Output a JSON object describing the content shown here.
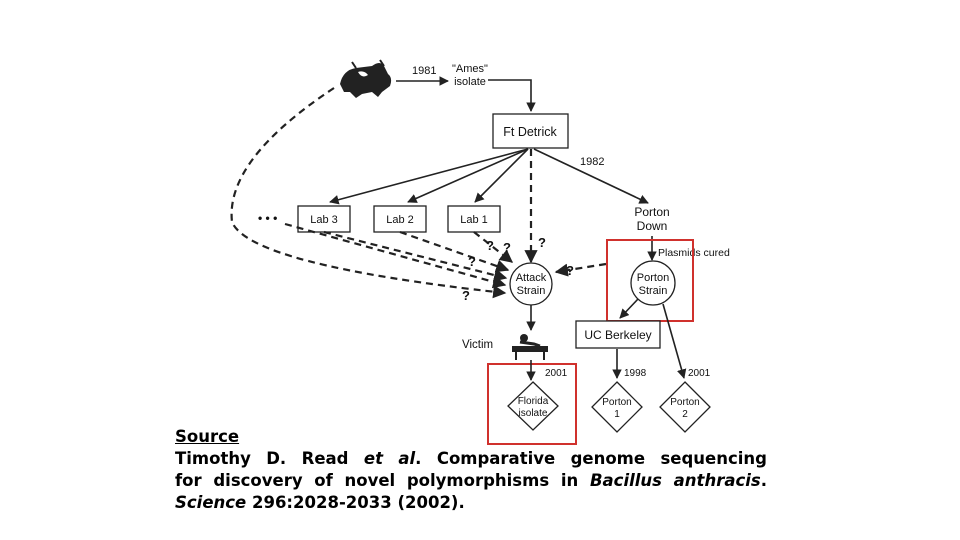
{
  "diagram": {
    "nodes": {
      "year_1981": "1981",
      "ames_line1": "\"Ames\"",
      "ames_line2": "isolate",
      "ft_detrick": "Ft Detrick",
      "year_1982": "1982",
      "ellipsis": "• • •",
      "lab3": "Lab 3",
      "lab2": "Lab 2",
      "lab1": "Lab 1",
      "porton_down_line1": "Porton",
      "porton_down_line2": "Down",
      "plasmids_cured": "Plasmids cured",
      "question_mark": "?",
      "attack_line1": "Attack",
      "attack_line2": "Strain",
      "porton_strain_line1": "Porton",
      "porton_strain_line2": "Strain",
      "uc_berkeley": "UC Berkeley",
      "victim": "Victim",
      "year_2001a": "2001",
      "year_1998": "1998",
      "year_2001b": "2001",
      "florida_line1": "Florida",
      "florida_line2": "isolate",
      "porton1_line1": "Porton",
      "porton1_line2": "1",
      "porton2_line1": "Porton",
      "porton2_line2": "2"
    },
    "highlight_color": "#d0312d"
  },
  "source": {
    "heading": "Source",
    "line1_author": "Timothy D. Read ",
    "line1_etal": "et al",
    "line1_rest": ". Comparative genome sequencing",
    "line2_text": "for discovery of novel polymorphisms in ",
    "line2_species": "Bacillus anthracis",
    "line2_end": ".",
    "line3_journal": "Science",
    "line3_rest": " 296:2028-2033 (2002)."
  }
}
